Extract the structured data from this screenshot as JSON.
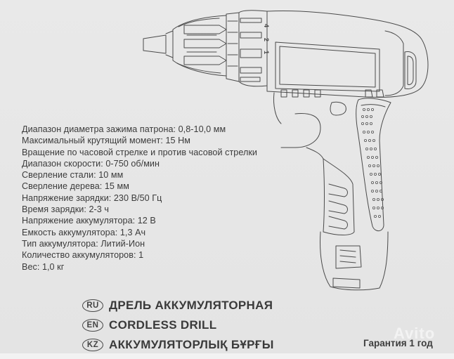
{
  "specs": [
    "Диапазон диаметра зажима патрона: 0,8-10,0 мм",
    "Максимальный крутящий момент: 15 Нм",
    "Вращение по часовой стрелке и против часовой стрелки",
    "Диапазон скорости: 0-750 об/мин",
    "Сверление стали: 10 мм",
    "Сверление дерева: 15 мм",
    "Напряжение зарядки: 230 В/50 Гц",
    "Время зарядки: 2-3 ч",
    "Напряжение аккумулятора: 12 В",
    "Емкость аккумулятора: 1,3 Ач",
    "Тип аккумулятора: Литий-Ион",
    "Количество аккумуляторов: 1",
    "Вес: 1,0 кг"
  ],
  "titles": [
    {
      "lang": "RU",
      "text": "ДРЕЛЬ АККУМУЛЯТОРНАЯ"
    },
    {
      "lang": "EN",
      "text": "CORDLESS DRILL"
    },
    {
      "lang": "KZ",
      "text": "АККУМУЛЯТОРЛЫҚ БҰРҒЫ"
    }
  ],
  "warranty": "Гарантия 1 год",
  "watermark": "Avito",
  "illustration": {
    "subject": "cordless drill line drawing",
    "torque_marks": [
      "4",
      "2",
      "1"
    ]
  },
  "colors": {
    "background": "#e6e6e6",
    "text": "#3a3a3a",
    "line": "#4a4a4a"
  }
}
